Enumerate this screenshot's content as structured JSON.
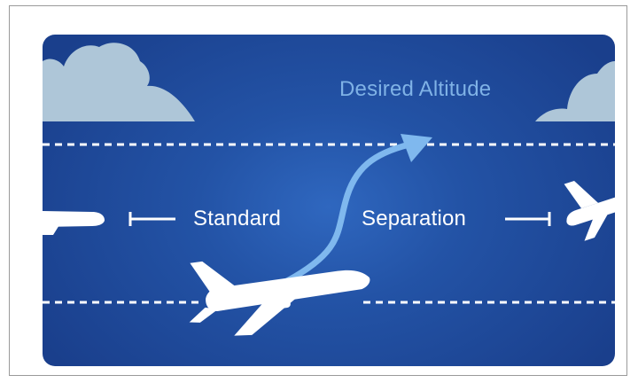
{
  "diagram": {
    "labels": {
      "desired_altitude": "Desired Altitude",
      "standard": "Standard",
      "separation": "Separation"
    },
    "colors": {
      "background_center": "#2f67bf",
      "background_edge": "#1a3f8c",
      "arrow": "#7fb8ee",
      "cloud": "#aec6d8",
      "aircraft": "#ffffff",
      "dashed_line": "#ffffff"
    },
    "icons": [
      "cloud-icon",
      "airplane-icon",
      "climb-arrow-icon",
      "separation-bracket-icon"
    ]
  }
}
